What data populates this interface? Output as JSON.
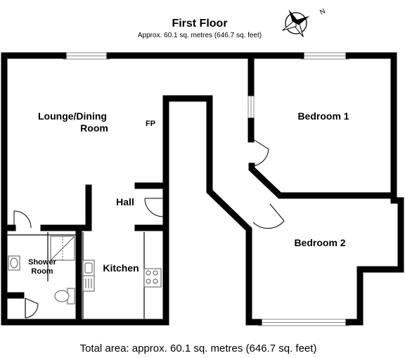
{
  "header": {
    "title": "First Floor",
    "subtitle": "Approx. 60.1 sq. metres (646.7 sq. feet)",
    "compass_label": "N"
  },
  "rooms": {
    "lounge_line1": "Lounge/Dining",
    "lounge_line2": "Room",
    "fireplace": "FP",
    "bedroom1": "Bedroom 1",
    "bedroom2": "Bedroom 2",
    "hall": "Hall",
    "shower_line1": "Shower",
    "shower_line2": "Room",
    "kitchen": "Kitchen"
  },
  "footer": {
    "total": "Total area: approx. 60.1 sq. metres (646.7 sq. feet)"
  },
  "colors": {
    "wall": "#000000",
    "window": "#888888",
    "fixture": "#555555"
  }
}
